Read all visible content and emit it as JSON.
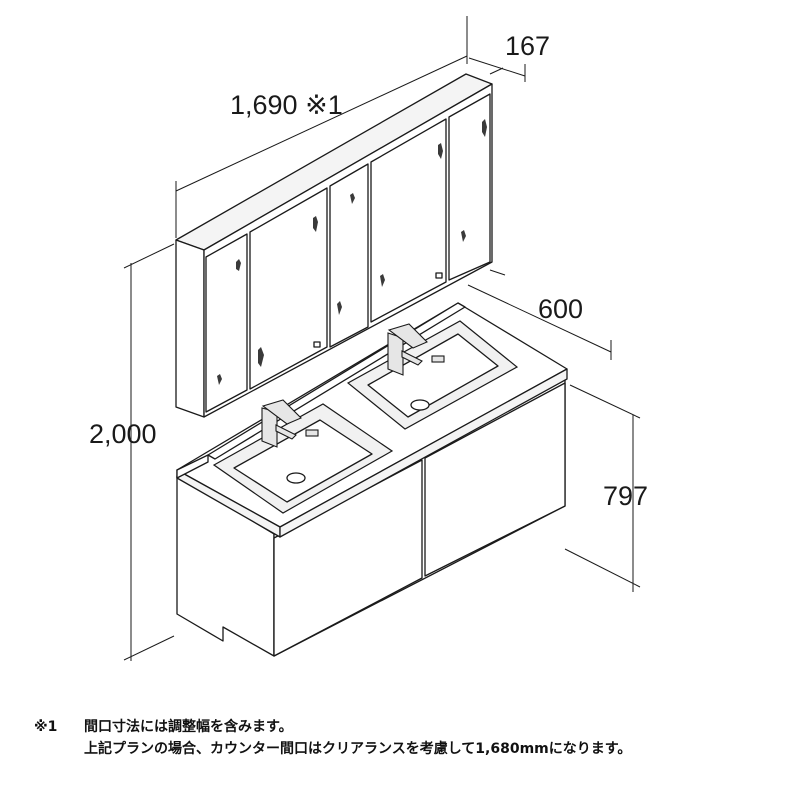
{
  "dimensions": {
    "cabinet_width": "1,690 ※1",
    "cabinet_depth": "167",
    "vanity_depth": "600",
    "counter_height": "797",
    "total_height": "2,000"
  },
  "notes": [
    {
      "mark": "※1",
      "text": "間口寸法には調整幅を含みます。"
    },
    {
      "mark": "",
      "text": "上記プランの場合、カウンター間口はクリアランスを考慮して1,680mmになります。"
    }
  ]
}
